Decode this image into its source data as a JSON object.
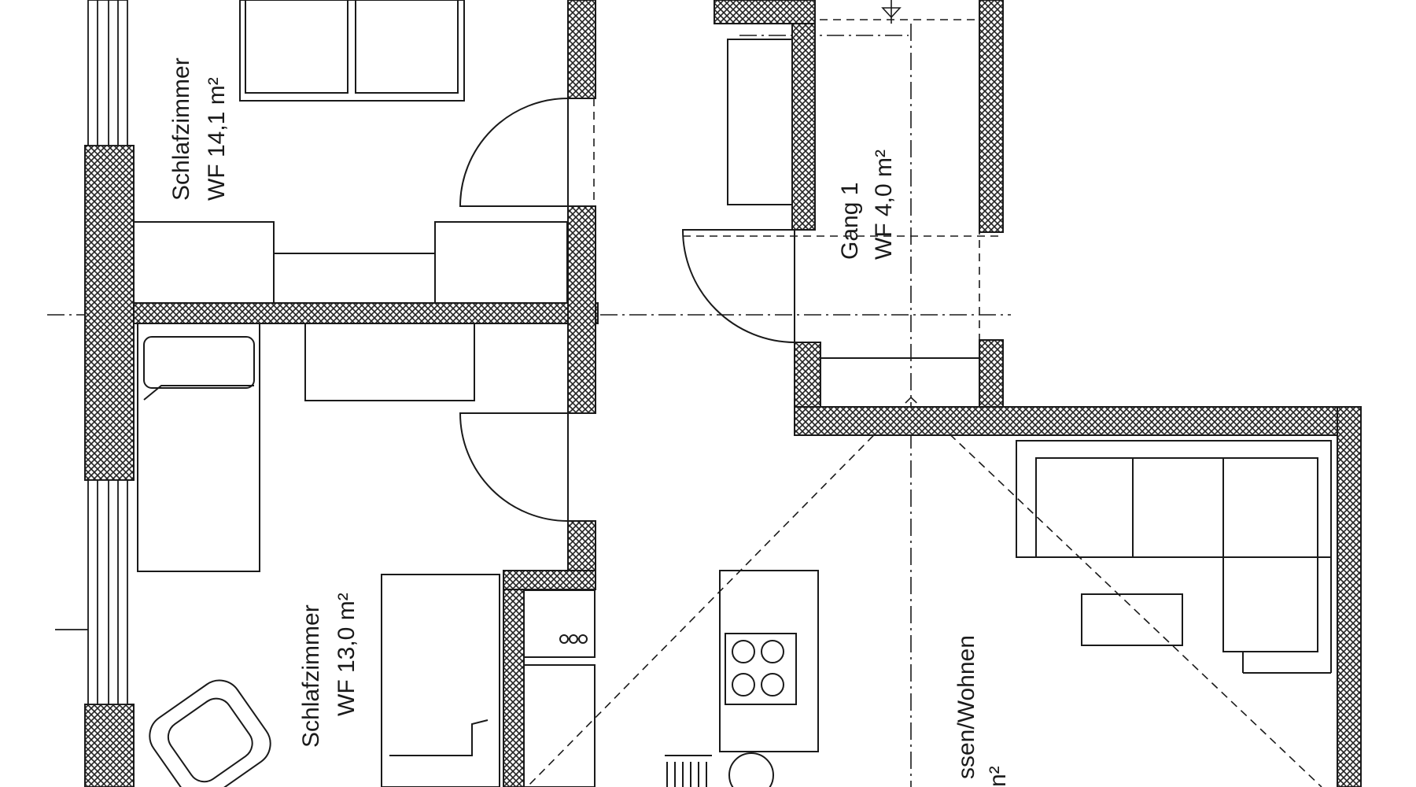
{
  "rooms": {
    "bedroom_1": {
      "name": "Schlafzimmer",
      "area": "WF 14,1 m²"
    },
    "hallway": {
      "name": "Gang 1",
      "area": "WF 4,0 m²"
    },
    "bedroom_2": {
      "name": "Schlafzimmer",
      "area": "WF 13,0 m²"
    },
    "living": {
      "name": "ssen/Wohnen",
      "area_fragment": "n²"
    }
  },
  "colors": {
    "line": "#1a1a1a",
    "wall_hatch": "#222222",
    "background": "#ffffff"
  }
}
